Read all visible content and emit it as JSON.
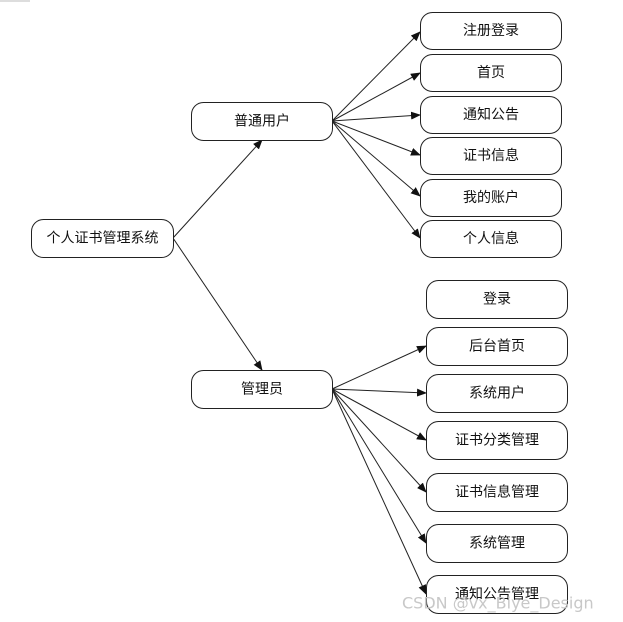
{
  "diagram": {
    "root": {
      "id": "root",
      "label": "个人证书管理系统"
    },
    "branches": [
      {
        "id": "user",
        "label": "普通用户",
        "children": [
          {
            "id": "u1",
            "label": "注册登录"
          },
          {
            "id": "u2",
            "label": "首页"
          },
          {
            "id": "u3",
            "label": "通知公告"
          },
          {
            "id": "u4",
            "label": "证书信息"
          },
          {
            "id": "u5",
            "label": "我的账户"
          },
          {
            "id": "u6",
            "label": "个人信息"
          }
        ]
      },
      {
        "id": "admin",
        "label": "管理员",
        "children": [
          {
            "id": "a0",
            "label": "登录"
          },
          {
            "id": "a1",
            "label": "后台首页"
          },
          {
            "id": "a2",
            "label": "系统用户"
          },
          {
            "id": "a3",
            "label": "证书分类管理"
          },
          {
            "id": "a4",
            "label": "证书信息管理"
          },
          {
            "id": "a5",
            "label": "系统管理"
          },
          {
            "id": "a6",
            "label": "通知公告管理"
          }
        ]
      }
    ]
  },
  "watermark": "CSDN @vx_Biye_Design"
}
